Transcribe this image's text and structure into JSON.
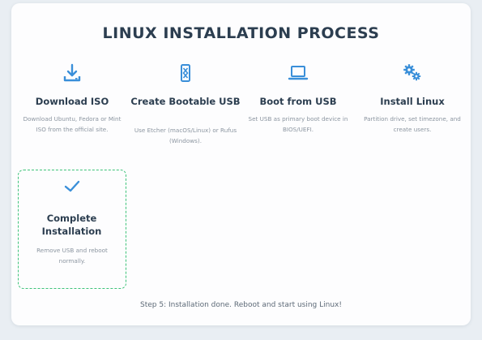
{
  "title": "LINUX INSTALLATION PROCESS",
  "steps": [
    {
      "title": "Download ISO",
      "description": "Download Ubuntu, Fedora or Mint ISO from the official site.",
      "icon": "download-icon",
      "color": "#3a8fd9"
    },
    {
      "title": "Create Bootable USB",
      "description": "Use Etcher (macOS/Linux) or Rufus (Windows).",
      "icon": "usb-drive-icon",
      "color": "#3a8fd9"
    },
    {
      "title": "Boot from USB",
      "description": "Set USB as primary boot device in BIOS/UEFI.",
      "icon": "laptop-icon",
      "color": "#3a8fd9"
    },
    {
      "title": "Install Linux",
      "description": "Partition drive, set timezone, and create users.",
      "icon": "gears-icon",
      "color": "#3a8fd9"
    },
    {
      "title": "Complete Installation",
      "description": "Remove USB and reboot normally.",
      "icon": "checkmark-icon",
      "color": "#3a8fd9",
      "highlight_color": "#3ec37a"
    }
  ],
  "status": "Step 5: Installation done. Reboot and start using Linux!"
}
